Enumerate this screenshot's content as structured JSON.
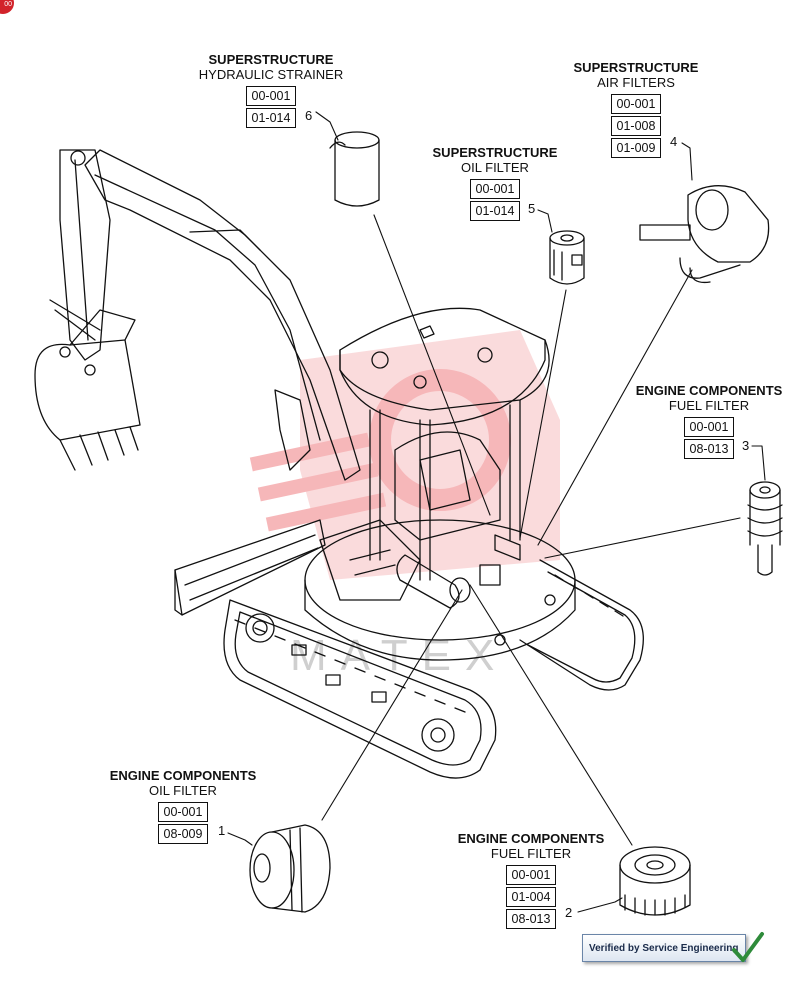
{
  "badge": "00",
  "watermark": "MATEX",
  "callouts": [
    {
      "id": "hydraulic-strainer",
      "title": "SUPERSTRUCTURE",
      "sub": "HYDRAULIC STRAINER",
      "codes": [
        "00-001",
        "01-014"
      ],
      "num": "6"
    },
    {
      "id": "oil-filter-super",
      "title": "SUPERSTRUCTURE",
      "sub": "OIL FILTER",
      "codes": [
        "00-001",
        "01-014"
      ],
      "num": "5"
    },
    {
      "id": "air-filters",
      "title": "SUPERSTRUCTURE",
      "sub": "AIR FILTERS",
      "codes": [
        "00-001",
        "01-008",
        "01-009"
      ],
      "num": "4"
    },
    {
      "id": "fuel-filter-3",
      "title": "ENGINE COMPONENTS",
      "sub": "FUEL FILTER",
      "codes": [
        "00-001",
        "08-013"
      ],
      "num": "3"
    },
    {
      "id": "oil-filter-engine",
      "title": "ENGINE COMPONENTS",
      "sub": "OIL FILTER",
      "codes": [
        "00-001",
        "08-009"
      ],
      "num": "1"
    },
    {
      "id": "fuel-filter-2",
      "title": "ENGINE COMPONENTS",
      "sub": "FUEL FILTER",
      "codes": [
        "00-001",
        "01-004",
        "08-013"
      ],
      "num": "2"
    }
  ],
  "verified_label": "Verified by Service Engineering",
  "colors": {
    "line": "#111111",
    "watermark": "#e8333a",
    "badge": "#d2232a"
  }
}
